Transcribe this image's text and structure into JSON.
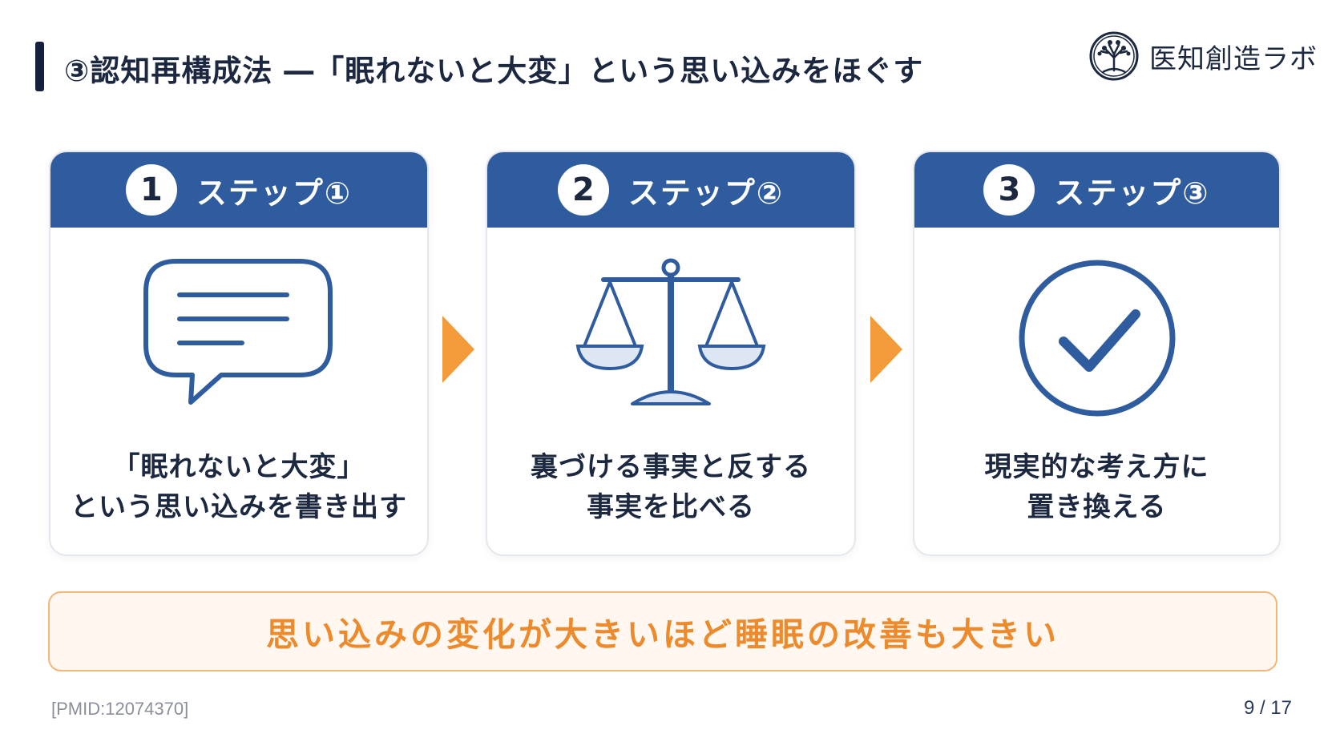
{
  "header": {
    "title": "③認知再構成法 ―「眠れないと大変」という思い込みをほぐす"
  },
  "logo": {
    "text": "医知創造ラボ",
    "icon": "tree-icon"
  },
  "steps": [
    {
      "number": "1",
      "label": "ステップ①",
      "icon": "speech-bubble-icon",
      "text_line1": "「眠れないと大変」",
      "text_line2": "という思い込みを書き出す"
    },
    {
      "number": "2",
      "label": "ステップ②",
      "icon": "balance-scale-icon",
      "text_line1": "裏づける事実と反する",
      "text_line2": "事実を比べる"
    },
    {
      "number": "3",
      "label": "ステップ③",
      "icon": "check-circle-icon",
      "text_line1": "現実的な考え方に",
      "text_line2": "置き換える"
    }
  ],
  "banner": {
    "text": "思い込みの変化が大きいほど睡眠の改善も大きい"
  },
  "footer": {
    "source": "[PMID:12074370]",
    "page": "9 / 17"
  },
  "colors": {
    "primary": "#2f5c9e",
    "navy": "#14213d",
    "accent": "#f39a3a",
    "banner_bg": "#fff7f0"
  }
}
